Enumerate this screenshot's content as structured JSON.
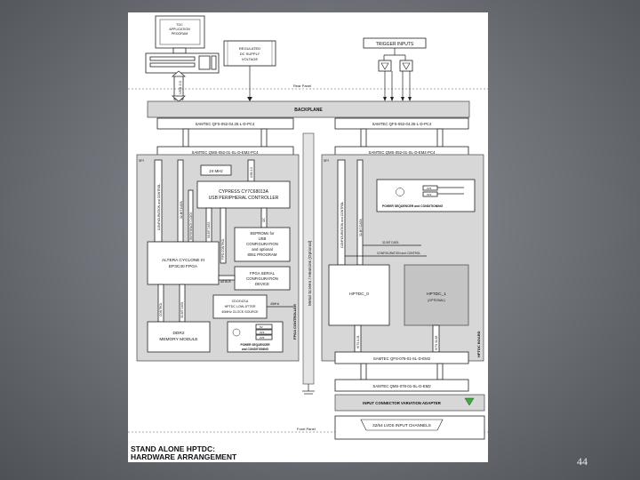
{
  "slide": {
    "page_number": "44"
  },
  "diagram": {
    "pc_label": [
      "TDC",
      "APPLICATION",
      "PROGRAM"
    ],
    "usb_link": "USB 2.0",
    "dc_supply": [
      "REGULATED",
      "DC SUPPLY",
      "VOLTAGE"
    ],
    "trigger_inputs": "TRIGGER INPUTS",
    "rear_panel": "Rear Panel",
    "backplane": "BACKPLANE",
    "samtec_qfs_left": "SAMTEC QFS-052-04.25-L-D-PC4",
    "samtec_qfs_right": "SAMTEC QFS-052-04.25-L-D-PC4",
    "samtec_qms_left": "SAMTEC QMS-052-01-SL-D-EM2-PC4",
    "samtec_qms_right": "SAMTEC QMS-052-01-SL-D-EM2-PC4",
    "spi": "SPI",
    "clk_24mhz": "24 MHz",
    "cypress": [
      "CYPRESS CY7C68013A",
      "USB PERIPHERAL CONTROLLER"
    ],
    "usb_short": "USB 2.0",
    "i2c": "I2C",
    "eeprom": [
      "EEPROMs for",
      "USB",
      "CONFIGURATION",
      "and optional",
      "8051 PROGRAM"
    ],
    "fpga": [
      "ALTERA CYCLONE III",
      "EP3C40 FPGA"
    ],
    "fpga_serial": [
      "FPGA SERIAL",
      "CONFIGURATION",
      "DEVICE"
    ],
    "as_bus": "AS BUS",
    "cdc": [
      "CDCE421A",
      "HPTDC LOW-JITTER",
      "40MHz CLOCK SOURCE"
    ],
    "clk_40": "40MHz",
    "ddr2": [
      "DDR2",
      "MEMORY MODULE"
    ],
    "power_seq": [
      "POWER SEQUENCER",
      "and CONDITIONING"
    ],
    "power_seq_right": "POWER SEQUENCER and CONDITIONING",
    "rails_left": [
      "5V",
      "3V3",
      "2V5"
    ],
    "rails_right": [
      "2V5",
      "3V3"
    ],
    "config_control": "CONFIGURATION and CONTROL",
    "data_32": "32-BIT DATA",
    "data_16": "16-BIT DATA",
    "fifo_control": "FIFO CONTROL",
    "reference_clock": "REFERENCE CLOCK",
    "control": "CONTROL",
    "fpga_controller": "FPGA CONTROLLER",
    "metal_screen": "Metal Screen / Heatsink (Optional)",
    "hptdc0": "HPTDC_0",
    "hptdc1": [
      "HPTDC_1",
      "(OPTIONAL)"
    ],
    "hptdc_board": "HPTDC BOARD",
    "hits_0": "HITS 0-31",
    "hits_1": "HITS 32-63",
    "samtec_qfs_078": "SAMTEC QFS-078-01-SL-D-EM2",
    "samtec_qms_078": "SAMTEC QMS-078-01-SL-D-EM2",
    "input_adapter": "INPUT CONNECTOR VARIATION ADAPTER",
    "front_panel": "Front Panel",
    "lvds": "32/64 LVDS INPUT CHANNELS",
    "title": [
      "STAND ALONE HPTDC:",
      "HARDWARE ARRANGEMENT"
    ]
  }
}
